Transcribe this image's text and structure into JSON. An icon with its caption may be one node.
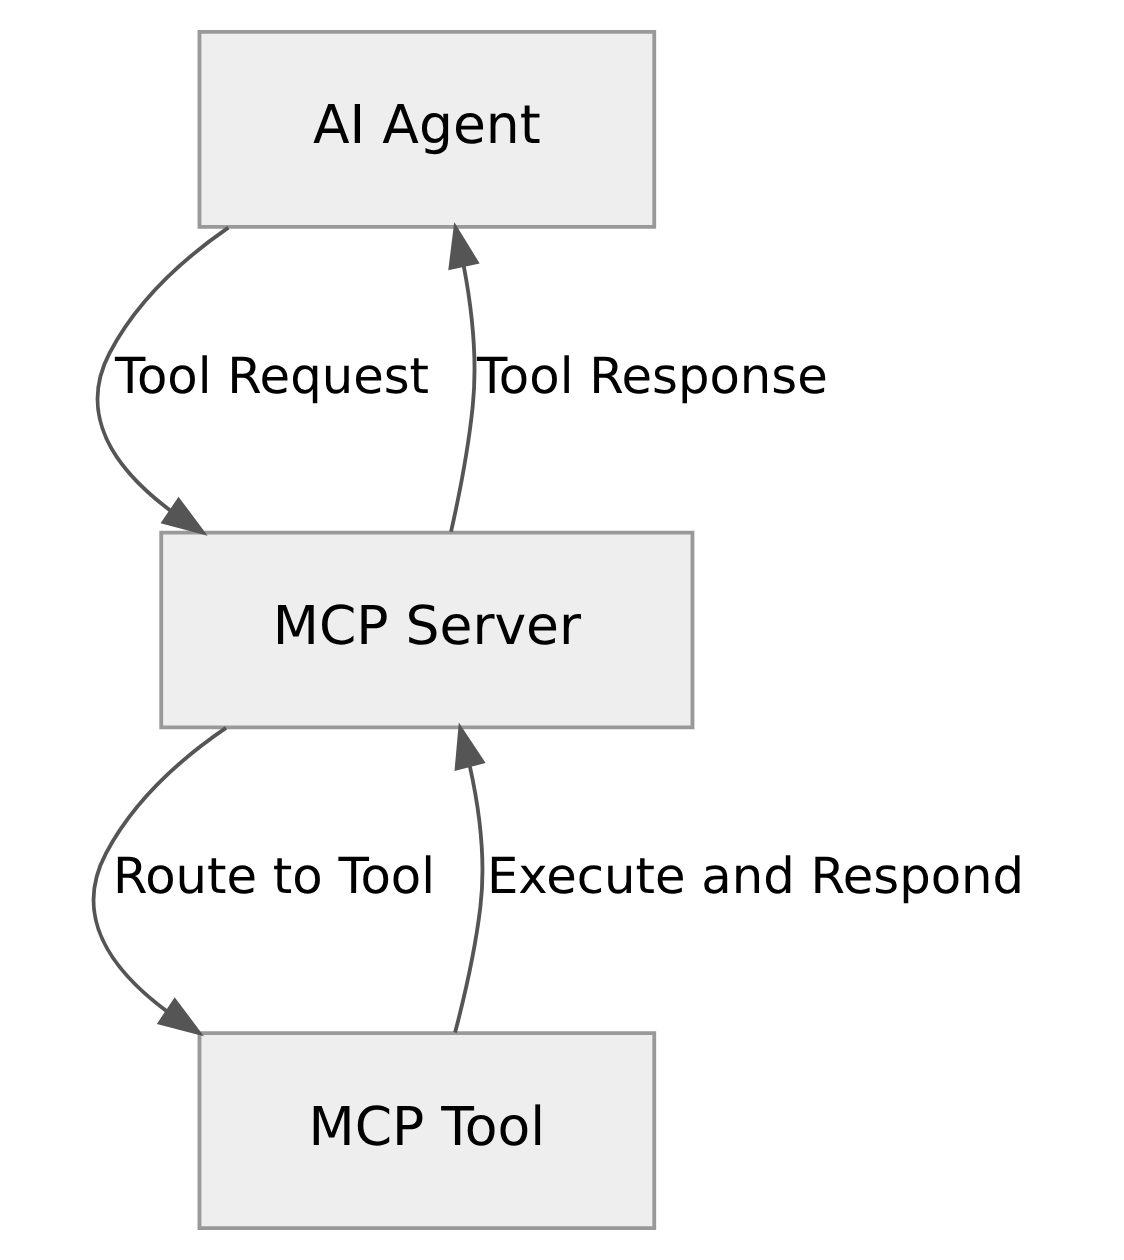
{
  "diagram": {
    "nodes": [
      {
        "text": [
          "AI Agent"
        ]
      },
      {
        "text": [
          "MCP Server"
        ]
      },
      {
        "text": [
          "MCP Tool"
        ]
      }
    ],
    "edges": [
      {
        "from": 0,
        "to": 1,
        "arrow": "to",
        "label": "Tool Request"
      },
      {
        "from": 1,
        "to": 0,
        "arrow": "to",
        "label": "Tool Response"
      },
      {
        "from": 1,
        "to": 2,
        "arrow": "to",
        "label": "Route to Tool"
      },
      {
        "from": 2,
        "to": 1,
        "arrow": "to",
        "label": "Execute and Respond"
      }
    ]
  }
}
